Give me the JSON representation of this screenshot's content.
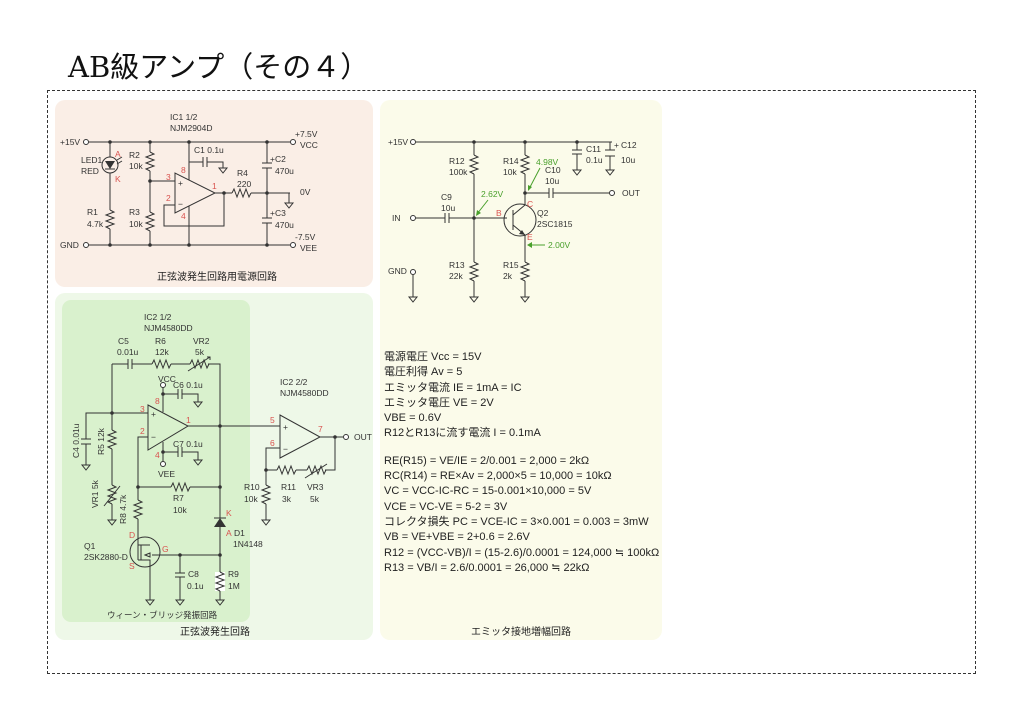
{
  "title": "AB級アンプ（その４）",
  "psu": {
    "caption": "正弦波発生回路用電源回路",
    "ic_label": "IC1 1/2",
    "ic_part": "NJM2904D",
    "plus15": "+15V",
    "gnd": "GND",
    "led": "LED1",
    "led_color": "RED",
    "pin_a": "A",
    "pin_k": "K",
    "r1": "R1",
    "r1v": "4.7k",
    "r2": "R2",
    "r2v": "10k",
    "r3": "R3",
    "r3v": "10k",
    "c1": "C1 0.1u",
    "r4": "R4",
    "r4v": "220",
    "c2": "C2",
    "c2v": "470u",
    "c3": "C3",
    "c3v": "470u",
    "plus": "+",
    "plus75": "+7.5V",
    "vcc": "VCC",
    "zero": "0V",
    "minus75": "-7.5V",
    "vee": "VEE",
    "pins": {
      "p3": "3",
      "p8": "8",
      "p2": "2",
      "p4": "4",
      "p1": "1"
    }
  },
  "osc": {
    "caption": "正弦波発生回路",
    "wien_caption": "ウィーン・ブリッジ発振回路",
    "ic1_label": "IC2 1/2",
    "ic1_part": "NJM4580DD",
    "ic2_label": "IC2 2/2",
    "ic2_part": "NJM4580DD",
    "c5": "C5",
    "c5v": "0.01u",
    "r6": "R6",
    "r6v": "12k",
    "vr2": "VR2",
    "vr2v": "5k",
    "vcc": "VCC",
    "vee": "VEE",
    "c6": "C6 0.1u",
    "c7": "C7 0.1u",
    "c4": "C4 0.01u",
    "r5": "R5 12k",
    "vr1": "VR1 5k",
    "r8": "R8 4.7k",
    "r7": "R7",
    "r7v": "10k",
    "d1": "D1",
    "d1v": "1N4148",
    "pin_k": "K",
    "pin_a": "A",
    "q1": "Q1",
    "q1v": "2SK2880-D",
    "pin_d": "D",
    "pin_g": "G",
    "pin_s": "S",
    "c8": "C8",
    "c8v": "0.1u",
    "r9": "R9",
    "r9v": "1M",
    "r10": "R10",
    "r10v": "10k",
    "r11": "R11",
    "r11v": "3k",
    "vr3": "VR3",
    "vr3v": "5k",
    "out": "OUT",
    "pins": {
      "p3": "3",
      "p8": "8",
      "p2": "2",
      "p4": "4",
      "p1": "1",
      "p5": "5",
      "p6": "6",
      "p7": "7"
    }
  },
  "amp": {
    "caption": "エミッタ接地増幅回路",
    "plus15": "+15V",
    "in": "IN",
    "gnd": "GND",
    "out": "OUT",
    "r12": "R12",
    "r12v": "100k",
    "r13": "R13",
    "r13v": "22k",
    "r14": "R14",
    "r14v": "10k",
    "r15": "R15",
    "r15v": "2k",
    "c9": "C9",
    "c9v": "10u",
    "c10": "C10",
    "c10v": "10u",
    "c11": "C11",
    "c11v": "0.1u",
    "c12": "C12",
    "c12v": "10u",
    "plus": "+",
    "q2": "Q2",
    "q2v": "2SC1815",
    "pin_b": "B",
    "pin_c": "C",
    "pin_e": "E",
    "vb": "2.62V",
    "vc": "4.98V",
    "ve": "2.00V",
    "notes_a": [
      "電源電圧 Vcc = 15V",
      "電圧利得 Av = 5",
      "エミッタ電流 IE = 1mA = IC",
      "エミッタ電圧 VE = 2V",
      "VBE = 0.6V",
      "R12とR13に流す電流 I = 0.1mA"
    ],
    "notes_b": [
      "RE(R15) = VE/IE = 2/0.001 = 2,000 = 2kΩ",
      "RC(R14) = RE×Av = 2,000×5 = 10,000 = 10kΩ",
      "VC = VCC-IC-RC = 15-0.001×10,000 = 5V",
      "VCE = VC-VE = 5-2 = 3V",
      "コレクタ損失 PC = VCE-IC = 3×0.001 = 0.003 = 3mW",
      "VB = VE+VBE = 2+0.6 = 2.6V",
      "R12 = (VCC-VB)/I = (15-2.6)/0.0001 = 124,000 ≒ 100kΩ",
      "R13 = VB/I = 2.6/0.0001 = 26,000 ≒ 22kΩ"
    ]
  }
}
